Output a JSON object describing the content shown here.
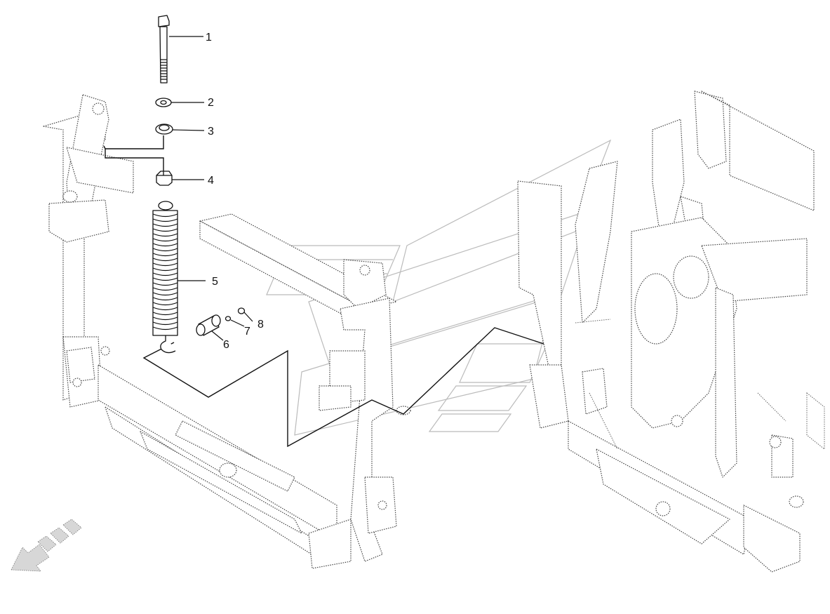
{
  "diagram": {
    "callouts": [
      {
        "id": "1",
        "label": "1"
      },
      {
        "id": "2",
        "label": "2"
      },
      {
        "id": "3",
        "label": "3"
      },
      {
        "id": "4",
        "label": "4"
      },
      {
        "id": "5",
        "label": "5"
      },
      {
        "id": "6",
        "label": "6"
      },
      {
        "id": "7",
        "label": "7"
      },
      {
        "id": "8",
        "label": "8"
      }
    ],
    "parts": [
      {
        "callout": "1",
        "name": "bolt-icon"
      },
      {
        "callout": "2",
        "name": "washer-icon"
      },
      {
        "callout": "3",
        "name": "lock-washer-icon"
      },
      {
        "callout": "4",
        "name": "hex-nut-icon"
      },
      {
        "callout": "5",
        "name": "tension-spring-icon"
      },
      {
        "callout": "6",
        "name": "pin-icon"
      },
      {
        "callout": "7",
        "name": "small-washer-icon"
      },
      {
        "callout": "8",
        "name": "screw-icon"
      }
    ],
    "direction_indicator": "travel-direction-arrow-icon",
    "colors": {
      "line": "#111111",
      "frame": "#444444",
      "arrow": "#d7d7d7"
    }
  }
}
